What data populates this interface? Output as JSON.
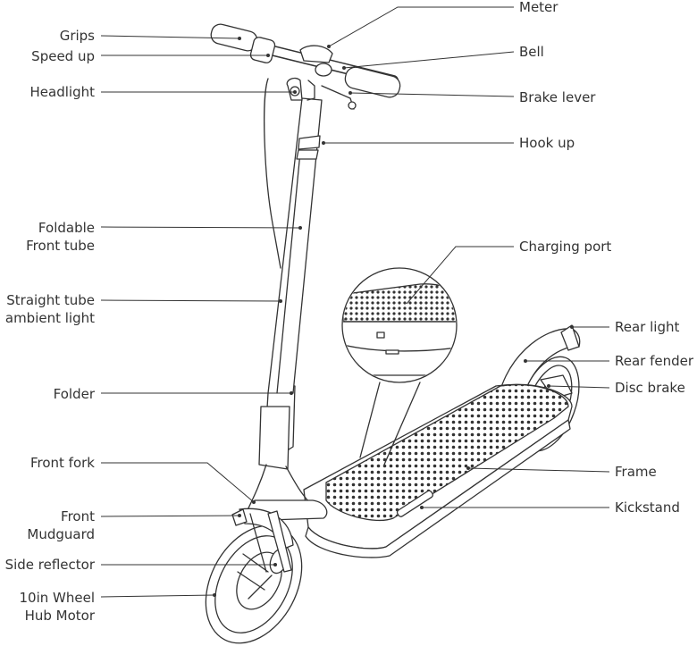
{
  "labels": {
    "grips": "Grips",
    "speed_up": "Speed up",
    "headlight": "Headlight",
    "foldable_front_tube_1": "Foldable",
    "foldable_front_tube_2": "Front tube",
    "straight_tube_1": "Straight tube",
    "straight_tube_2": "ambient light",
    "folder": "Folder",
    "front_fork": "Front fork",
    "front_mudguard_1": "Front",
    "front_mudguard_2": "Mudguard",
    "side_reflector": "Side reflector",
    "wheel_1": "10in Wheel",
    "wheel_2": "Hub Motor",
    "meter": "Meter",
    "bell": "Bell",
    "brake_lever": "Brake lever",
    "hook_up": "Hook up",
    "charging_port": "Charging port",
    "rear_light": "Rear light",
    "rear_fender": "Rear fender",
    "disc_brake": "Disc brake",
    "frame": "Frame",
    "kickstand": "Kickstand"
  },
  "colors": {
    "line": "#333333",
    "text": "#333333",
    "background": "#ffffff"
  }
}
